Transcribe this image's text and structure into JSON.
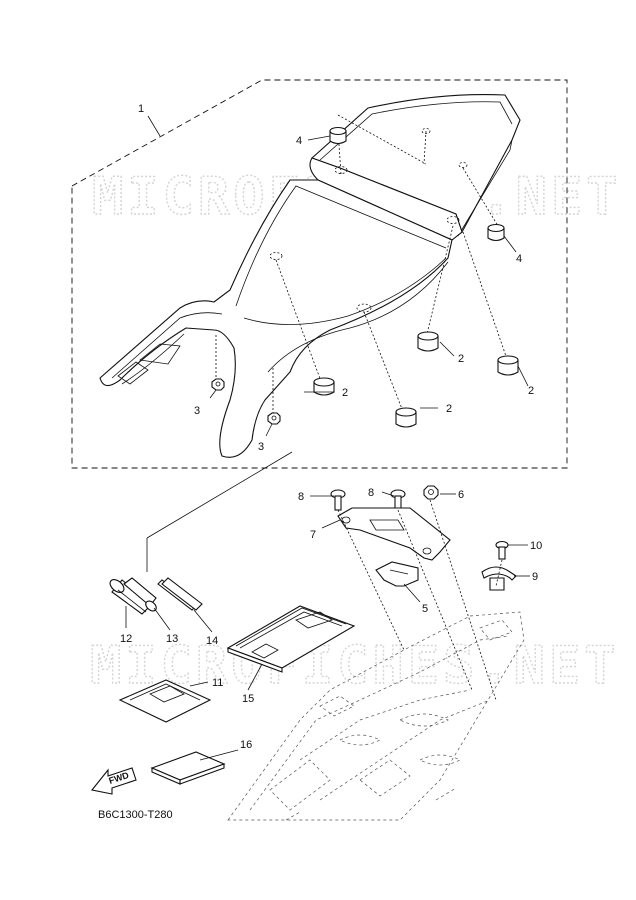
{
  "watermark": "MICROFICHES.NET",
  "diagram_code": "B6C1300-T280",
  "fwd_label": "FWD",
  "callouts": {
    "c1": "1",
    "c2a": "2",
    "c2b": "2",
    "c2c": "2",
    "c2d": "2",
    "c3a": "3",
    "c3b": "3",
    "c4a": "4",
    "c4b": "4",
    "c5": "5",
    "c6": "6",
    "c7": "7",
    "c8a": "8",
    "c8b": "8",
    "c9": "9",
    "c10": "10",
    "c11": "11",
    "c12": "12",
    "c13": "13",
    "c14": "14",
    "c15": "15",
    "c16": "16"
  }
}
